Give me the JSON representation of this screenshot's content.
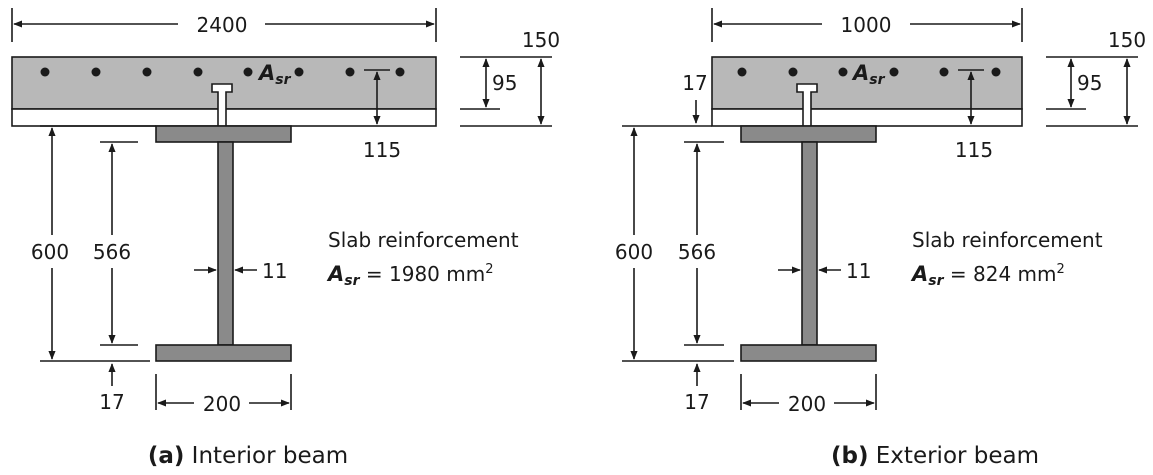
{
  "interior": {
    "dims": {
      "width": "2400",
      "slab_depth": "150",
      "rebar_depth": "95",
      "haunch_to_rebar": "115",
      "beam_depth": "600",
      "web_depth": "566",
      "web_thickness": "11",
      "flange_thickness": "17",
      "flange_width": "200"
    },
    "rebar_label_main": "A",
    "rebar_label_sub": "sr",
    "reinf_title": "Slab reinforcement",
    "reinf_var_main": "A",
    "reinf_var_sub": "sr",
    "reinf_value": " = 1980 mm",
    "reinf_exp": "2",
    "caption_letter": "(a)",
    "caption_text": " Interior beam"
  },
  "exterior": {
    "dims": {
      "width": "1000",
      "slab_depth": "150",
      "rebar_depth": "95",
      "haunch_to_rebar": "115",
      "beam_depth": "600",
      "web_depth": "566",
      "web_thickness": "11",
      "flange_thickness_top": "17",
      "flange_thickness": "17",
      "flange_width": "200"
    },
    "rebar_label_main": "A",
    "rebar_label_sub": "sr",
    "reinf_title": "Slab reinforcement",
    "reinf_var_main": "A",
    "reinf_var_sub": "sr",
    "reinf_value": " = 824 mm",
    "reinf_exp": "2",
    "caption_letter": "(b)",
    "caption_text": " Exterior beam"
  }
}
